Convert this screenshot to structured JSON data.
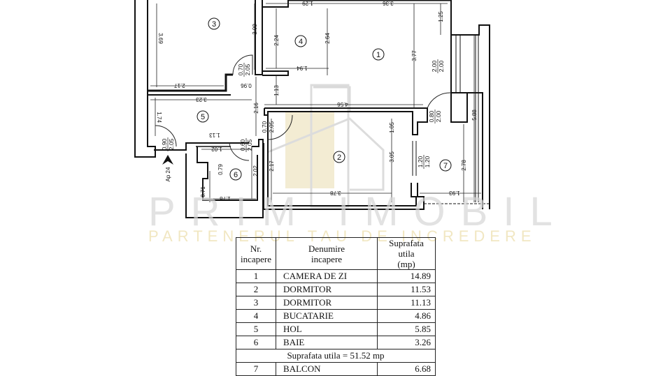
{
  "watermark": {
    "title": "PRIM IMOBIL",
    "subtitle": "PARTENERUL TAU DE INCREDERE",
    "colors": {
      "title": "#d6d6d6",
      "subtitle": "#efe3b8"
    }
  },
  "plan": {
    "entrance_label": "Ap 24",
    "rooms": [
      {
        "nr": "1",
        "name": "CAMERA DE ZI"
      },
      {
        "nr": "2",
        "name": "DORMITOR"
      },
      {
        "nr": "3",
        "name": "DORMITOR"
      },
      {
        "nr": "4",
        "name": "BUCATARIE"
      },
      {
        "nr": "5",
        "name": "HOL"
      },
      {
        "nr": "6",
        "name": "BAIE"
      },
      {
        "nr": "7",
        "name": "BALCON"
      }
    ],
    "dimensions": {
      "r3_height": "3.69",
      "r3_right": "3.09",
      "r3_bottom": "2.17",
      "r3_step": "0.96",
      "hall_top": "3.23",
      "hall_left": "1.74",
      "hall_right": "2.16",
      "hall_inner": "1.13",
      "r4_top": "1.29",
      "r4_left": "2.24",
      "r4_right": "2.64",
      "r4_bottom": "1.94",
      "r1_top": "3.36",
      "r1_height": "3.77",
      "r1_side": "1.25",
      "r1_left_low": "1.13",
      "r1_bottom": "4.56",
      "r2_left": "2.17",
      "r2_right": "3.05",
      "r2_top_right": "1.05",
      "r2_bottom": "3.78",
      "r6_top": "1.02",
      "r6_mid": "0.79",
      "r6_left": "0.71",
      "r6_right": "2.02",
      "r6_bottom": "1.78",
      "r7_height": "2.78",
      "r7_total": "5.88",
      "r7_bottom": "1.93"
    },
    "openings": {
      "door_r3": [
        "0.70",
        "2.05"
      ],
      "door_r2": [
        "0.70",
        "2.05"
      ],
      "door_r6": [
        "0.60",
        "2.05"
      ],
      "door_entry": [
        "0.90",
        "2.05"
      ],
      "window_r1": [
        "2.00",
        "2.00"
      ],
      "door_balcony": [
        "0.80",
        "2.00"
      ],
      "window_r7": [
        "1.20",
        "1.20"
      ]
    }
  },
  "table": {
    "headers": {
      "nr_line1": "Nr.",
      "nr_line2": "incapere",
      "name_line1": "Denumire",
      "name_line2": "incapere",
      "area_line1": "Suprafata utila",
      "area_line2": "(mp)"
    },
    "rows": [
      {
        "nr": "1",
        "name": "CAMERA DE ZI",
        "area": "14.89"
      },
      {
        "nr": "2",
        "name": "DORMITOR",
        "area": "11.53"
      },
      {
        "nr": "3",
        "name": "DORMITOR",
        "area": "11.13"
      },
      {
        "nr": "4",
        "name": "BUCATARIE",
        "area": "4.86"
      },
      {
        "nr": "5",
        "name": "HOL",
        "area": "5.85"
      },
      {
        "nr": "6",
        "name": "BAIE",
        "area": "3.26"
      }
    ],
    "total": "Suprafata utila = 51.52 mp",
    "extra_rows": [
      {
        "nr": "7",
        "name": "BALCON",
        "area": "6.68"
      }
    ]
  }
}
